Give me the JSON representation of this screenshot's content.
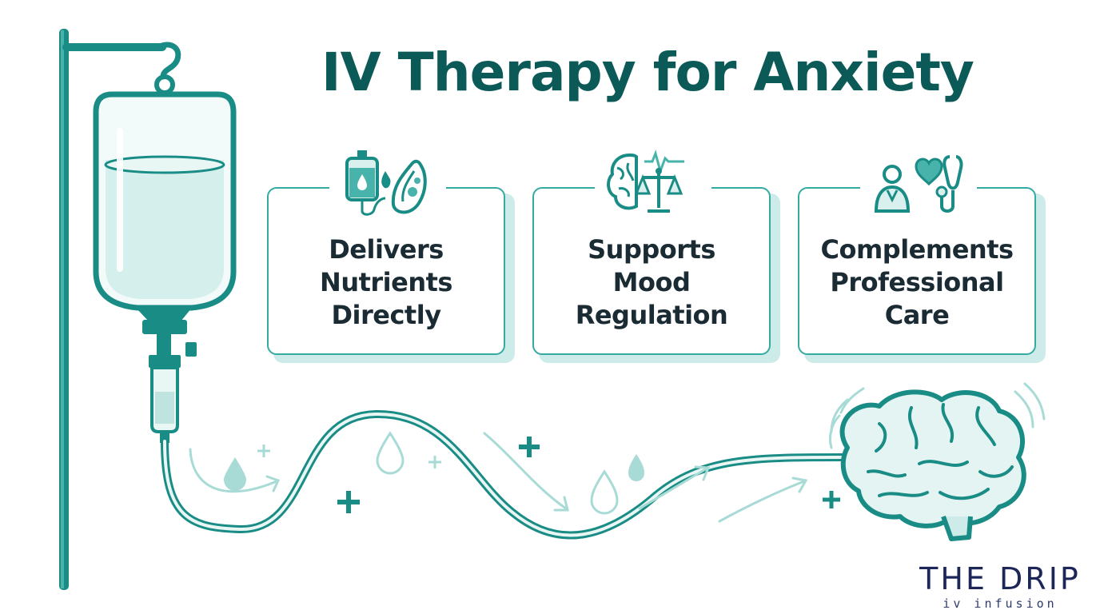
{
  "title": "IV Therapy for Anxiety",
  "cards": [
    {
      "label": "Delivers Nutrients Directly",
      "lines": [
        "Delivers",
        "Nutrients",
        "Directly"
      ],
      "icon": "iv-bag-cell-icon"
    },
    {
      "label": "Supports Mood Regulation",
      "lines": [
        "Supports",
        "Mood",
        "Regulation"
      ],
      "icon": "brain-scale-icon"
    },
    {
      "label": "Complements Professional Care",
      "lines": [
        "Complements",
        "Professional",
        "Care"
      ],
      "icon": "doctor-heart-stethoscope-icon"
    }
  ],
  "logo": {
    "main": "THE DRIP",
    "sub": "iv infusion"
  },
  "colors": {
    "primary": "#1a8c86",
    "dark": "#0c5a58",
    "light": "#d9f0ee",
    "text": "#1b2b33",
    "logo": "#1d2659"
  }
}
